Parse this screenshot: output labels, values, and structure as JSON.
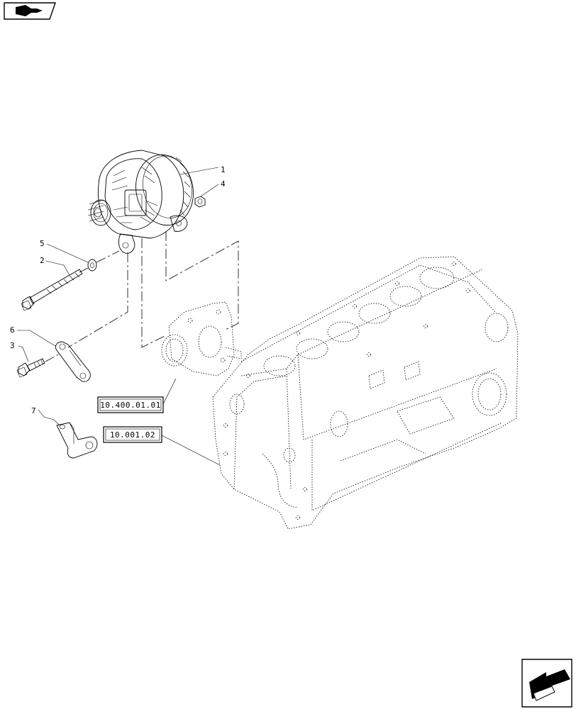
{
  "navigation": {
    "top_icon": "book-page-icon",
    "bottom_icon": "next-page-arrow-icon"
  },
  "callouts": [
    {
      "id": "1",
      "label": "1"
    },
    {
      "id": "4",
      "label": "4"
    },
    {
      "id": "5",
      "label": "5"
    },
    {
      "id": "2",
      "label": "2"
    },
    {
      "id": "6",
      "label": "6"
    },
    {
      "id": "3",
      "label": "3"
    },
    {
      "id": "7",
      "label": "7"
    }
  ],
  "references": [
    {
      "id": "ref_a",
      "label": "10.400.01.01"
    },
    {
      "id": "ref_b",
      "label": "10.001.02"
    }
  ]
}
